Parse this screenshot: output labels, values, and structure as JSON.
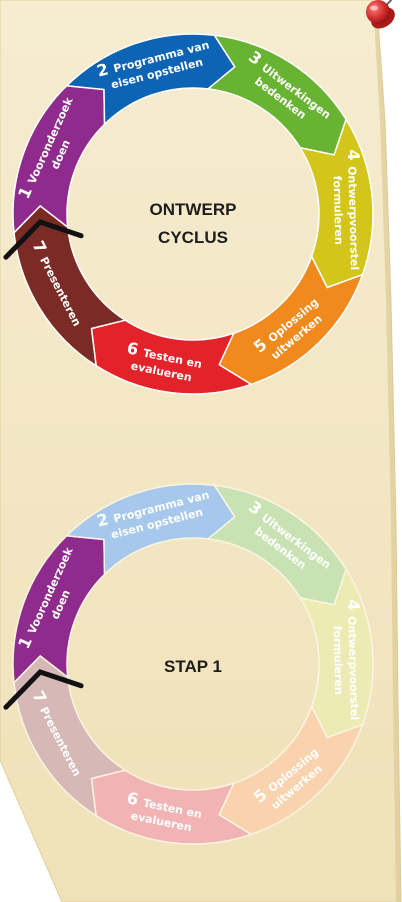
{
  "diagrams": [
    {
      "title_lines": [
        "ONTWERP",
        "CYCLUS"
      ],
      "faded": false,
      "steps": [
        {
          "number": "1",
          "lines": [
            "Vooronderzoek",
            "doen"
          ],
          "color": "#8e2b8c"
        },
        {
          "number": "2",
          "lines": [
            "Programma van",
            "eisen opstellen"
          ],
          "color": "#0e64b4"
        },
        {
          "number": "3",
          "lines": [
            "Uitwerkingen",
            "bedenken"
          ],
          "color": "#68b332"
        },
        {
          "number": "4",
          "lines": [
            "Ontwerpvoorstel",
            "formuleren"
          ],
          "color": "#d4c51a"
        },
        {
          "number": "5",
          "lines": [
            "Oplossing",
            "uitwerken"
          ],
          "color": "#f08a1c"
        },
        {
          "number": "6",
          "lines": [
            "Testen en",
            "evalueren"
          ],
          "color": "#e3222a"
        },
        {
          "number": "7",
          "lines": [
            "Presenteren"
          ],
          "color": "#7a2b26"
        }
      ]
    },
    {
      "title_lines": [
        "STAP 1"
      ],
      "faded": true,
      "steps": [
        {
          "number": "1",
          "lines": [
            "Vooronderzoek",
            "doen"
          ],
          "color": "#8e2b8c"
        },
        {
          "number": "2",
          "lines": [
            "Programma van",
            "eisen opstellen"
          ],
          "color": "#a6c8ec"
        },
        {
          "number": "3",
          "lines": [
            "Uitwerkingen",
            "bedenken"
          ],
          "color": "#c9e2b4"
        },
        {
          "number": "4",
          "lines": [
            "Ontwerpvoorstel",
            "formuleren"
          ],
          "color": "#ecebb4"
        },
        {
          "number": "5",
          "lines": [
            "Oplossing",
            "uitwerken"
          ],
          "color": "#f9d2ae"
        },
        {
          "number": "6",
          "lines": [
            "Testen en",
            "evalueren"
          ],
          "color": "#f2b3b5"
        },
        {
          "number": "7",
          "lines": [
            "Presenteren"
          ],
          "color": "#d6b9b6"
        }
      ]
    }
  ],
  "colors": {
    "paper": "#f3e8c6",
    "paper_edge": "#e6d7a9",
    "pin": "#d22e2e",
    "marker": "#111111"
  }
}
